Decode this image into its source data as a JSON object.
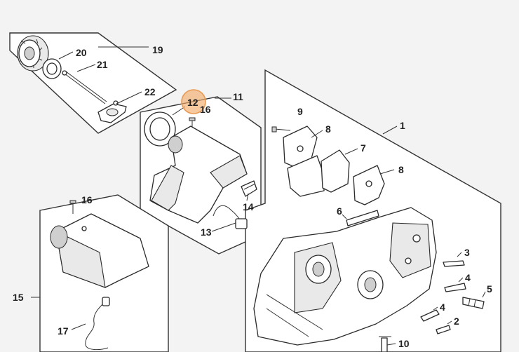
{
  "labels": {
    "l1": "1",
    "l2": "2",
    "l3": "3",
    "l4a": "4",
    "l4b": "4",
    "l5": "5",
    "l6": "6",
    "l7": "7",
    "l8a": "8",
    "l8b": "8",
    "l9": "9",
    "l10": "10",
    "l11": "11",
    "l12": "12",
    "l13": "13",
    "l14": "14",
    "l15": "15",
    "l16a": "16",
    "l16b": "16",
    "l17": "17",
    "l19": "19",
    "l20": "20",
    "l21": "21",
    "l22": "22"
  },
  "highlight": {
    "selected_part": "12",
    "color": "#f0a864"
  },
  "colors": {
    "background": "#f3f3f3",
    "line": "#2a2a2a",
    "panel": "#ffffff"
  }
}
